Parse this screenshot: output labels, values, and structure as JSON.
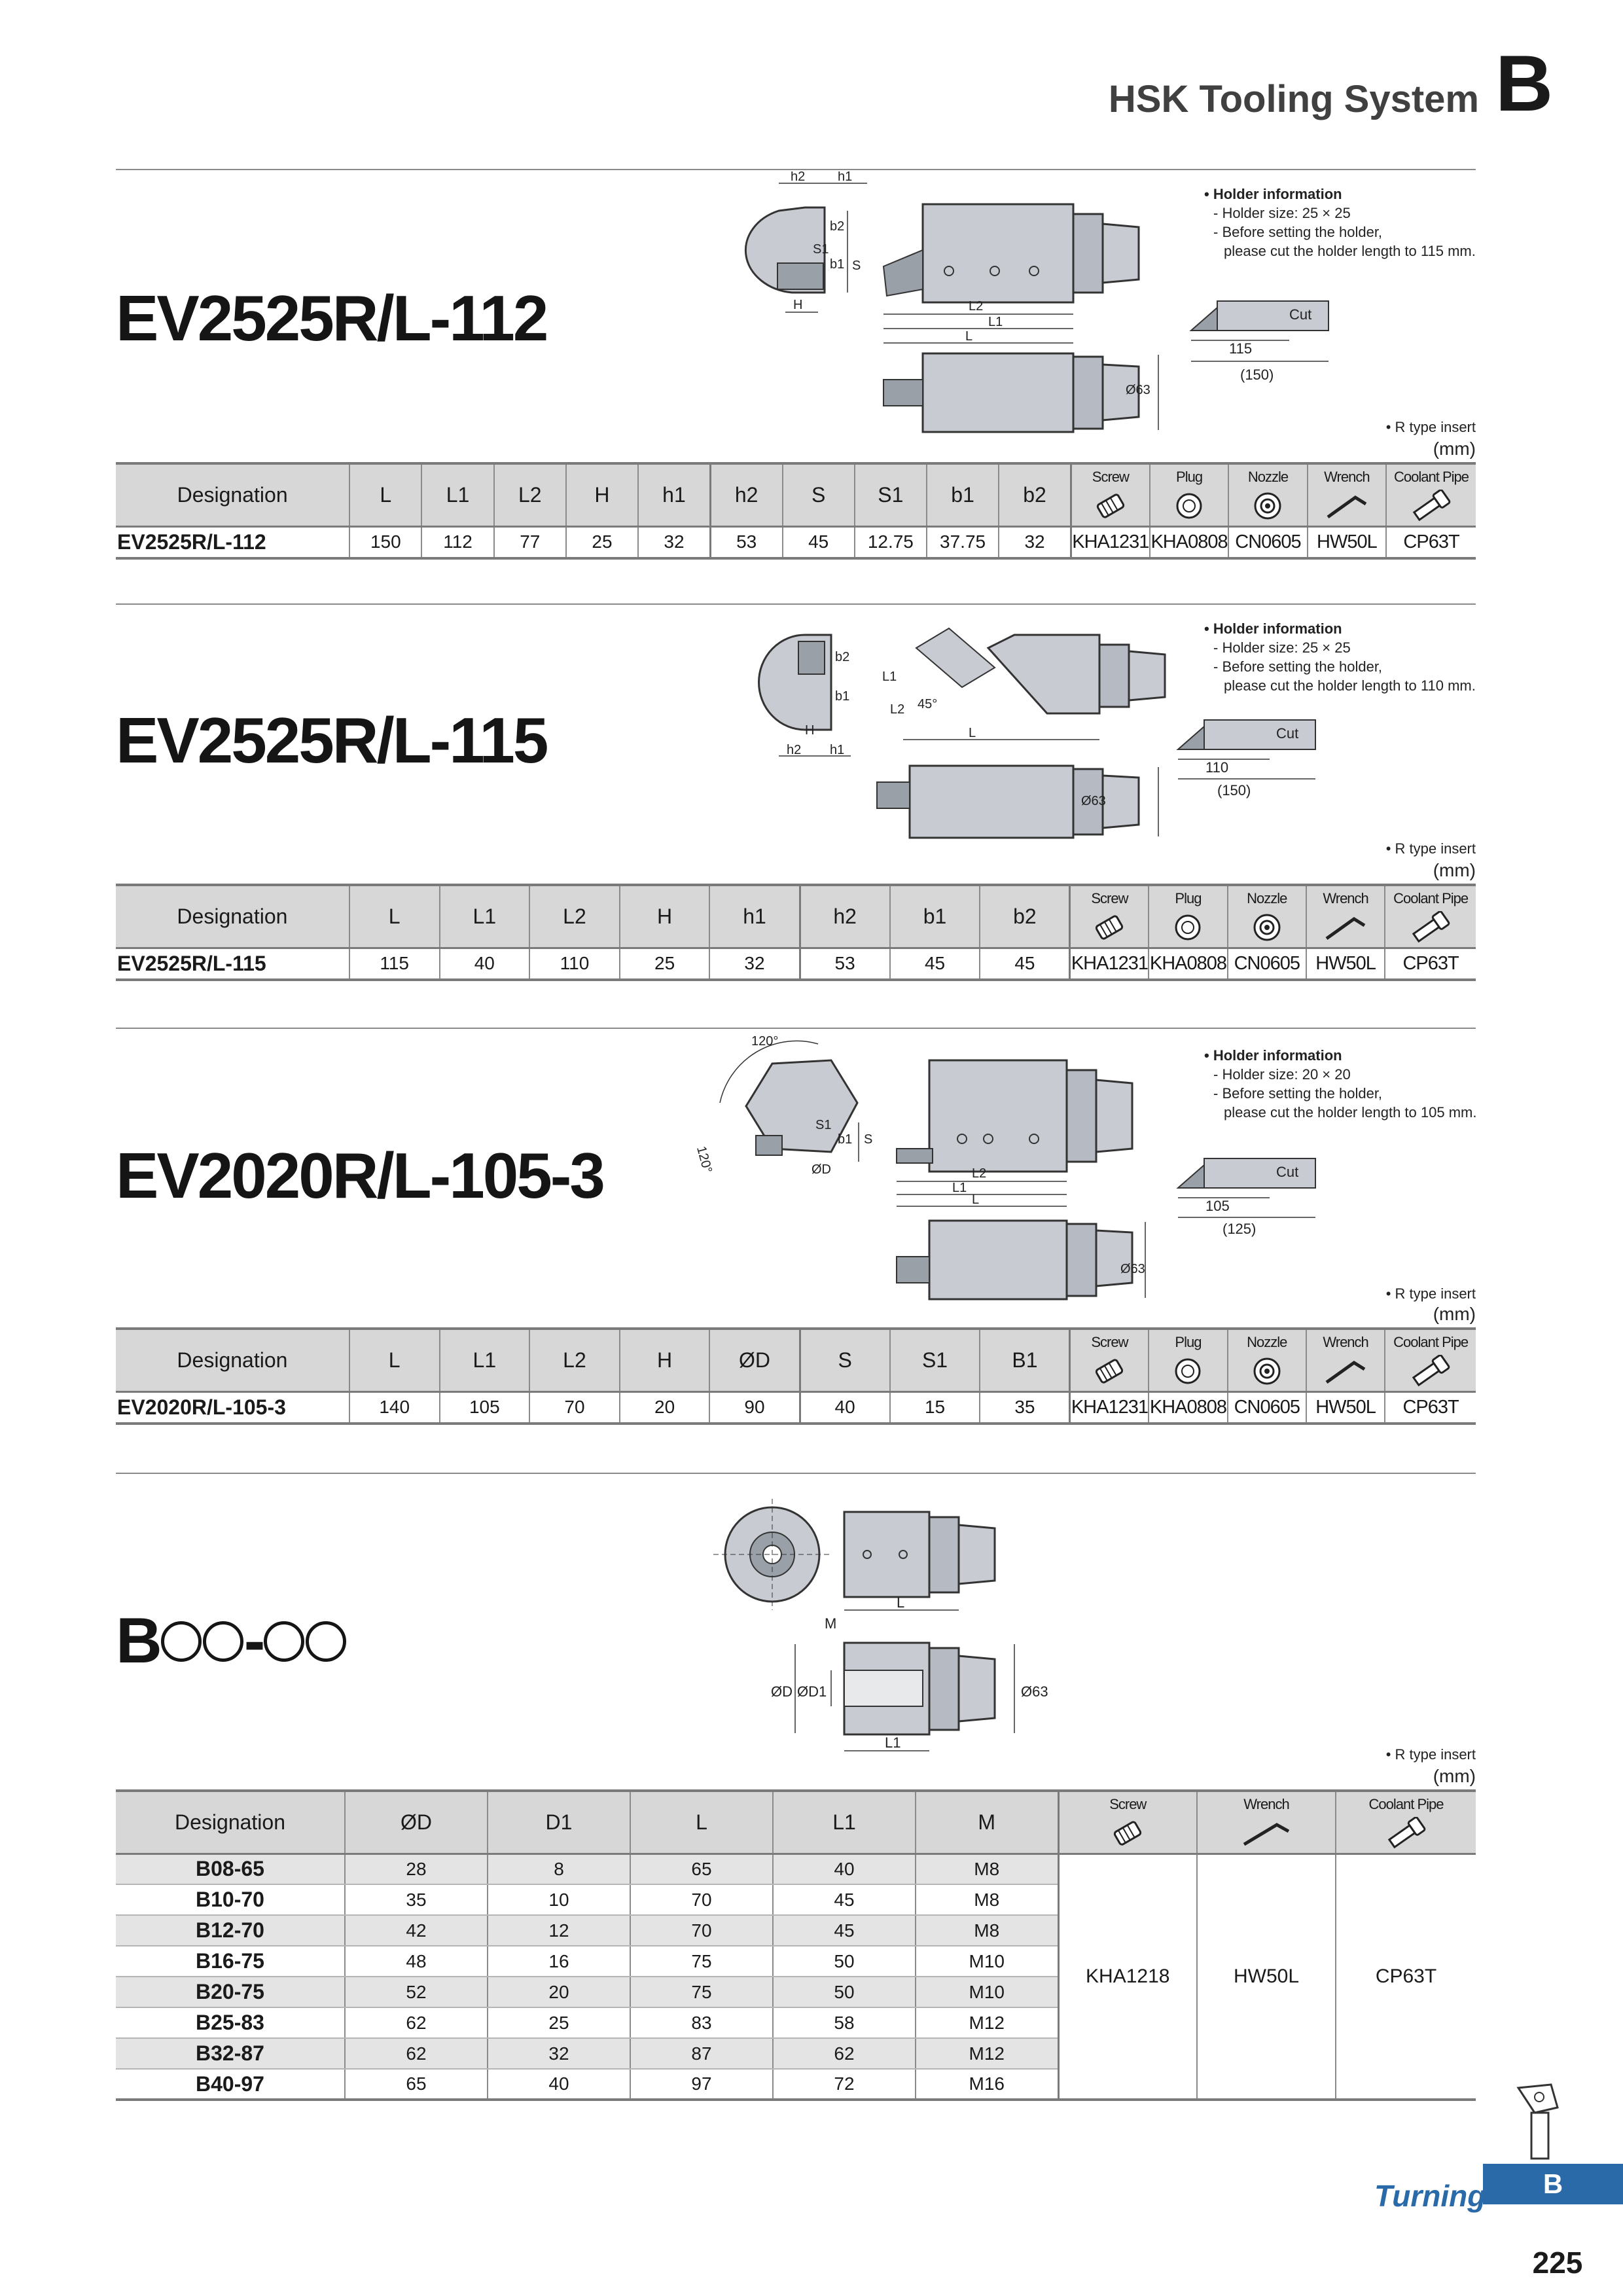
{
  "header": {
    "title": "HSK Tooling System",
    "letter": "B"
  },
  "sections": [
    {
      "product": "EV2525R/L-112",
      "info": {
        "head": "Holder information",
        "size": "- Holder size: 25 × 25",
        "line1": "- Before setting the holder,",
        "line2": "please cut the holder length to 115 mm."
      },
      "cut_diagram": {
        "cut": "Cut",
        "length": "115",
        "total": "(150)"
      },
      "diagram_labels": {
        "h2": "h2",
        "h1": "h1",
        "b2": "b2",
        "S1": "S1",
        "b1": "b1",
        "S": "S",
        "H": "H",
        "L2": "L2",
        "L1": "L1",
        "L": "L",
        "D63": "Ø63"
      },
      "rtype": "• R type insert",
      "unit": "(mm)",
      "columns": [
        "Designation",
        "L",
        "L1",
        "L2",
        "H",
        "h1",
        "h2",
        "S",
        "S1",
        "b1",
        "b2"
      ],
      "accessory_labels": [
        "Screw",
        "Plug",
        "Nozzle",
        "Wrench",
        "Coolant Pipe"
      ],
      "row": [
        "EV2525R/L-112",
        "150",
        "112",
        "77",
        "25",
        "32",
        "53",
        "45",
        "12.75",
        "37.75",
        "32"
      ],
      "accessories": [
        "KHA1231",
        "KHA0808",
        "CN0605",
        "HW50L",
        "CP63T"
      ]
    },
    {
      "product": "EV2525R/L-115",
      "info": {
        "head": "Holder information",
        "size": "- Holder size: 25 × 25",
        "line1": "- Before setting the holder,",
        "line2": "please cut the holder length to 110 mm."
      },
      "cut_diagram": {
        "cut": "Cut",
        "length": "110",
        "total": "(150)"
      },
      "diagram_labels": {
        "b2": "b2",
        "b1": "b1",
        "H": "H",
        "h2": "h2",
        "h1": "h1",
        "L1": "L1",
        "L2": "L2",
        "angle": "45°",
        "L": "L",
        "D63": "Ø63"
      },
      "rtype": "• R type insert",
      "unit": "(mm)",
      "columns": [
        "Designation",
        "L",
        "L1",
        "L2",
        "H",
        "h1",
        "h2",
        "b1",
        "b2"
      ],
      "accessory_labels": [
        "Screw",
        "Plug",
        "Nozzle",
        "Wrench",
        "Coolant Pipe"
      ],
      "row": [
        "EV2525R/L-115",
        "115",
        "40",
        "110",
        "25",
        "32",
        "53",
        "45",
        "45"
      ],
      "accessories": [
        "KHA1231",
        "KHA0808",
        "CN0605",
        "HW50L",
        "CP63T"
      ]
    },
    {
      "product": "EV2020R/L-105-3",
      "info": {
        "head": "Holder information",
        "size": "- Holder size: 20 × 20",
        "line1": "- Before setting the holder,",
        "line2": "please cut the holder length to 105 mm."
      },
      "cut_diagram": {
        "cut": "Cut",
        "length": "105",
        "total": "(125)"
      },
      "diagram_labels": {
        "angle_top": "120°",
        "angle_left": "120°",
        "S1": "S1",
        "b1": "b1",
        "S": "S",
        "D": "ØD",
        "L2": "L2",
        "L1": "L1",
        "L": "L",
        "D63": "Ø63"
      },
      "rtype": "• R type insert",
      "unit": "(mm)",
      "columns": [
        "Designation",
        "L",
        "L1",
        "L2",
        "H",
        "ØD",
        "S",
        "S1",
        "B1"
      ],
      "accessory_labels": [
        "Screw",
        "Plug",
        "Nozzle",
        "Wrench",
        "Coolant Pipe"
      ],
      "row": [
        "EV2020R/L-105-3",
        "140",
        "105",
        "70",
        "20",
        "90",
        "40",
        "15",
        "35"
      ],
      "accessories": [
        "KHA1231",
        "KHA0808",
        "CN0605",
        "HW50L",
        "CP63T"
      ]
    }
  ],
  "boring": {
    "product_prefix": "B",
    "product_dash": "-",
    "diagram_labels": {
      "L": "L",
      "M": "M",
      "D": "ØD",
      "D1": "ØD1",
      "D63": "Ø63",
      "L1": "L1"
    },
    "rtype": "• R type insert",
    "unit": "(mm)",
    "columns": [
      "Designation",
      "ØD",
      "D1",
      "L",
      "L1",
      "M"
    ],
    "accessory_labels": [
      "Screw",
      "Wrench",
      "Coolant Pipe"
    ],
    "rows": [
      [
        "B08-65",
        "28",
        "8",
        "65",
        "40",
        "M8"
      ],
      [
        "B10-70",
        "35",
        "10",
        "70",
        "45",
        "M8"
      ],
      [
        "B12-70",
        "42",
        "12",
        "70",
        "45",
        "M8"
      ],
      [
        "B16-75",
        "48",
        "16",
        "75",
        "50",
        "M10"
      ],
      [
        "B20-75",
        "52",
        "20",
        "75",
        "50",
        "M10"
      ],
      [
        "B25-83",
        "62",
        "25",
        "83",
        "58",
        "M12"
      ],
      [
        "B32-87",
        "62",
        "32",
        "87",
        "62",
        "M12"
      ],
      [
        "B40-97",
        "65",
        "40",
        "97",
        "72",
        "M16"
      ]
    ],
    "accessories": [
      "KHA1218",
      "HW50L",
      "CP63T"
    ]
  },
  "footer": {
    "section": "Turning",
    "tab": "B",
    "page": "225"
  }
}
